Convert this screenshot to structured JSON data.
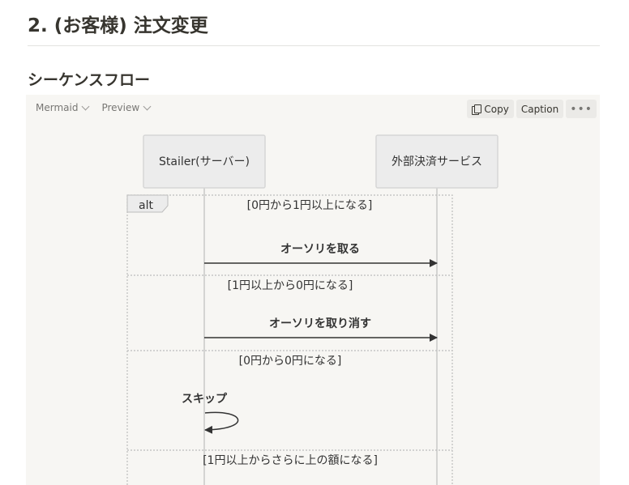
{
  "page": {
    "heading": "2. (お客様) 注文変更",
    "subheading": "シーケンスフロー"
  },
  "code_block": {
    "language_label": "Mermaid",
    "view_label": "Preview",
    "copy_label": "Copy",
    "caption_label": "Caption",
    "more_label": "•••"
  },
  "diagram": {
    "participants": [
      "Stailer(サーバー)",
      "外部決済サービス"
    ],
    "alt_label": "alt",
    "sections": [
      {
        "condition": "[0円から1円以上になる]",
        "message": "オーソリを取る"
      },
      {
        "condition": "[1円以上から0円になる]",
        "message": "オーソリを取り消す"
      },
      {
        "condition": "[0円から0円になる]",
        "message": "スキップ"
      },
      {
        "condition": "[1円以上からさらに上の額になる]"
      }
    ]
  }
}
